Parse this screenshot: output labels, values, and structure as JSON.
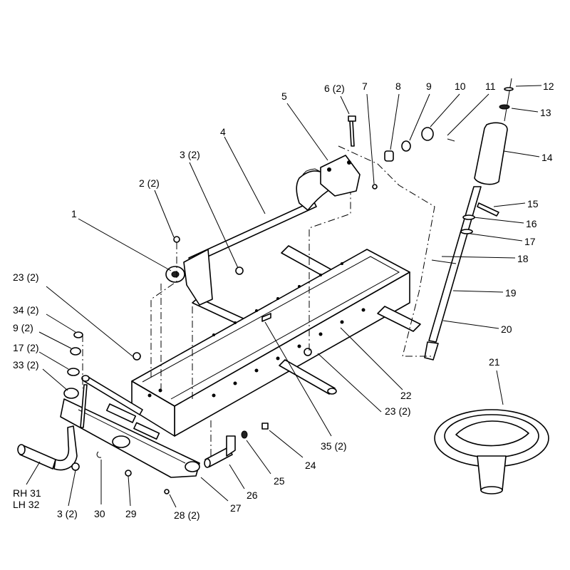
{
  "callouts": {
    "c1": "1",
    "c2": "2 (2)",
    "c3": "3 (2)",
    "c4": "4",
    "c5": "5",
    "c6": "6 (2)",
    "c7": "7",
    "c8": "8",
    "c9": "9",
    "c10": "10",
    "c11": "11",
    "c12": "12",
    "c13": "13",
    "c14": "14",
    "c15": "15",
    "c16": "16",
    "c17": "17",
    "c18": "18",
    "c19": "19",
    "c20": "20",
    "c21": "21",
    "c22": "22",
    "c23a": "23 (2)",
    "c23b": "23 (2)",
    "c34": "34 (2)",
    "c9b": "9 (2)",
    "c17b": "17 (2)",
    "c33": "33 (2)",
    "c35": "35 (2)",
    "c24": "24",
    "c25": "25",
    "c26": "26",
    "c27": "27",
    "c28": "28 (2)",
    "c29": "29",
    "c30": "30",
    "c3b": "3 (2)",
    "rh": "RH 31",
    "lh": "LH 32"
  }
}
